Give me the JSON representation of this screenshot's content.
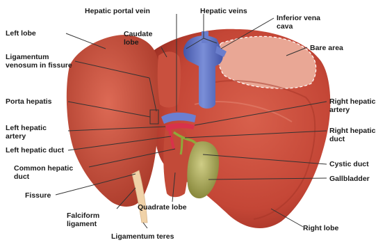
{
  "labels": {
    "hepatic_portal_vein": "Hepatic portal vein",
    "hepatic_veins": "Hepatic veins",
    "inferior_vena_cava": "Inferior vena cava",
    "caudate_lobe": "Caudate lobe",
    "left_lobe": "Left lobe",
    "bare_area": "Bare area",
    "ligamentum_venosum": "Ligamentum venosum in fissure",
    "porta_hepatis": "Porta hepatis",
    "right_hepatic_artery": "Right hepatic artery",
    "left_hepatic_artery": "Left hepatic artery",
    "right_hepatic_duct": "Right hepatic duct",
    "left_hepatic_duct": "Left hepatic duct",
    "common_hepatic_duct": "Common hepatic duct",
    "cystic_duct": "Cystic duct",
    "gallbladder": "Gallbladder",
    "fissure": "Fissure",
    "falciform_ligament": "Falciform ligament",
    "quadrate_lobe": "Quadrate lobe",
    "right_lobe": "Right lobe",
    "ligamentum_teres": "Ligamentum teres"
  },
  "colors": {
    "liver": "#c94a3a",
    "liver_dark": "#a83428",
    "liver_light": "#e07060",
    "bare_area": "#e9a795",
    "vein": "#5a6fc0",
    "artery": "#d8324a",
    "duct": "#8fa83a",
    "gallbladder": "#a8a85a",
    "ligament": "#f0d2a8"
  }
}
